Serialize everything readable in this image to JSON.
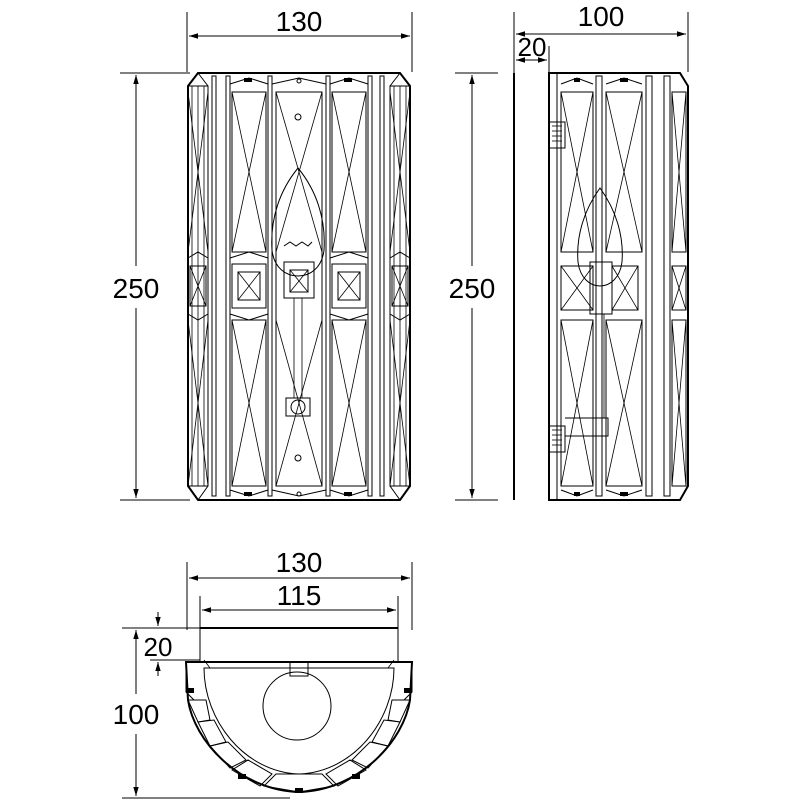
{
  "front_view": {
    "width_label": "130",
    "height_label": "250"
  },
  "side_view": {
    "depth_label": "100",
    "offset_label": "20",
    "height_label": "250"
  },
  "top_view": {
    "outer_width_label": "130",
    "inner_width_label": "115",
    "offset_label": "20",
    "depth_label": "100"
  }
}
